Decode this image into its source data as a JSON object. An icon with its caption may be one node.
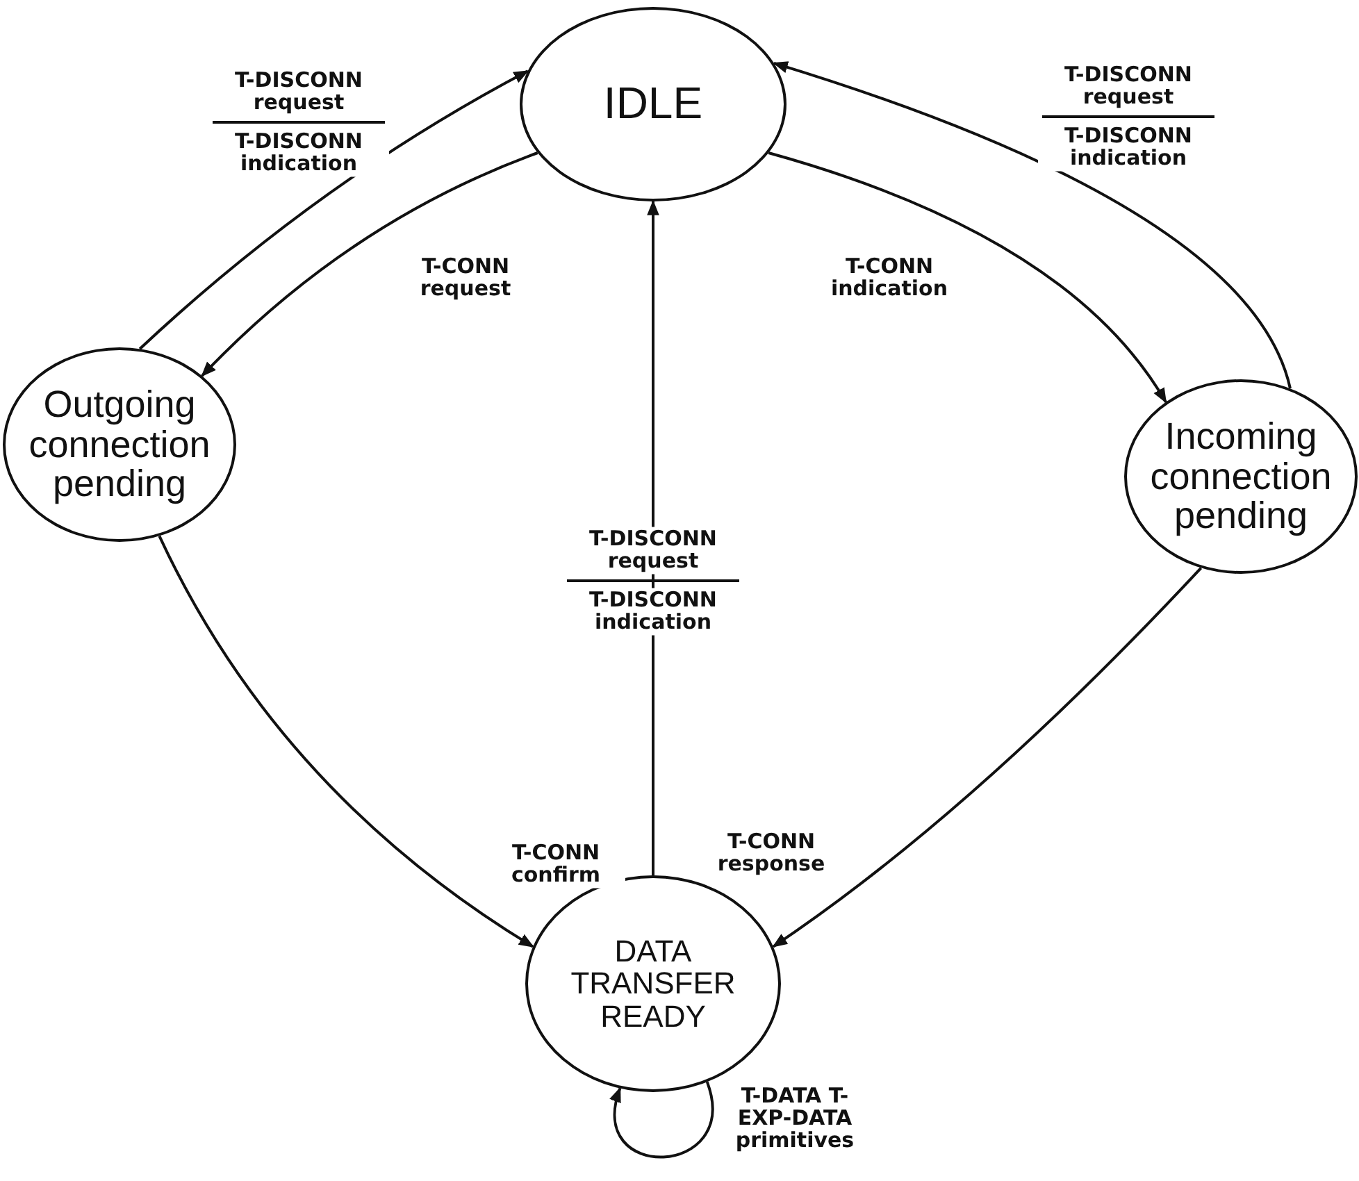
{
  "diagram": {
    "nodes": [
      {
        "text": [
          "IDLE"
        ]
      },
      {
        "text": [
          "Outgoing connection pending"
        ]
      },
      {
        "text": [
          "Incoming connection pending"
        ]
      },
      {
        "text": [
          "DATA TRANSFER READY"
        ]
      }
    ],
    "edges": [
      {
        "from": 1,
        "to": 0,
        "arrow": "to",
        "label": "T-DISCONN request"
      },
      {
        "from": 0,
        "to": 1,
        "arrow": "to",
        "label": "T-CONN request"
      },
      {
        "from": 0,
        "to": 2,
        "arrow": "to",
        "label": "T-CONN indication"
      },
      {
        "from": 2,
        "to": 0,
        "arrow": "to",
        "label": "T-DISCONN request"
      },
      {
        "from": 3,
        "to": 0,
        "arrow": "to",
        "label": "T-DISCONN request"
      },
      {
        "from": 1,
        "to": 3,
        "arrow": "to",
        "label": "T-CONN confirm"
      },
      {
        "from": 2,
        "to": 3,
        "arrow": "to",
        "label": "T-CONN response"
      },
      {
        "from": 3,
        "to": 3,
        "arrow": "to",
        "label": "T-DATA T-EXP-DATA primitives"
      }
    ],
    "labels": [
      "T-DISCONN indication",
      "T-DISCONN indication",
      "T-DISCONN indication"
    ]
  }
}
